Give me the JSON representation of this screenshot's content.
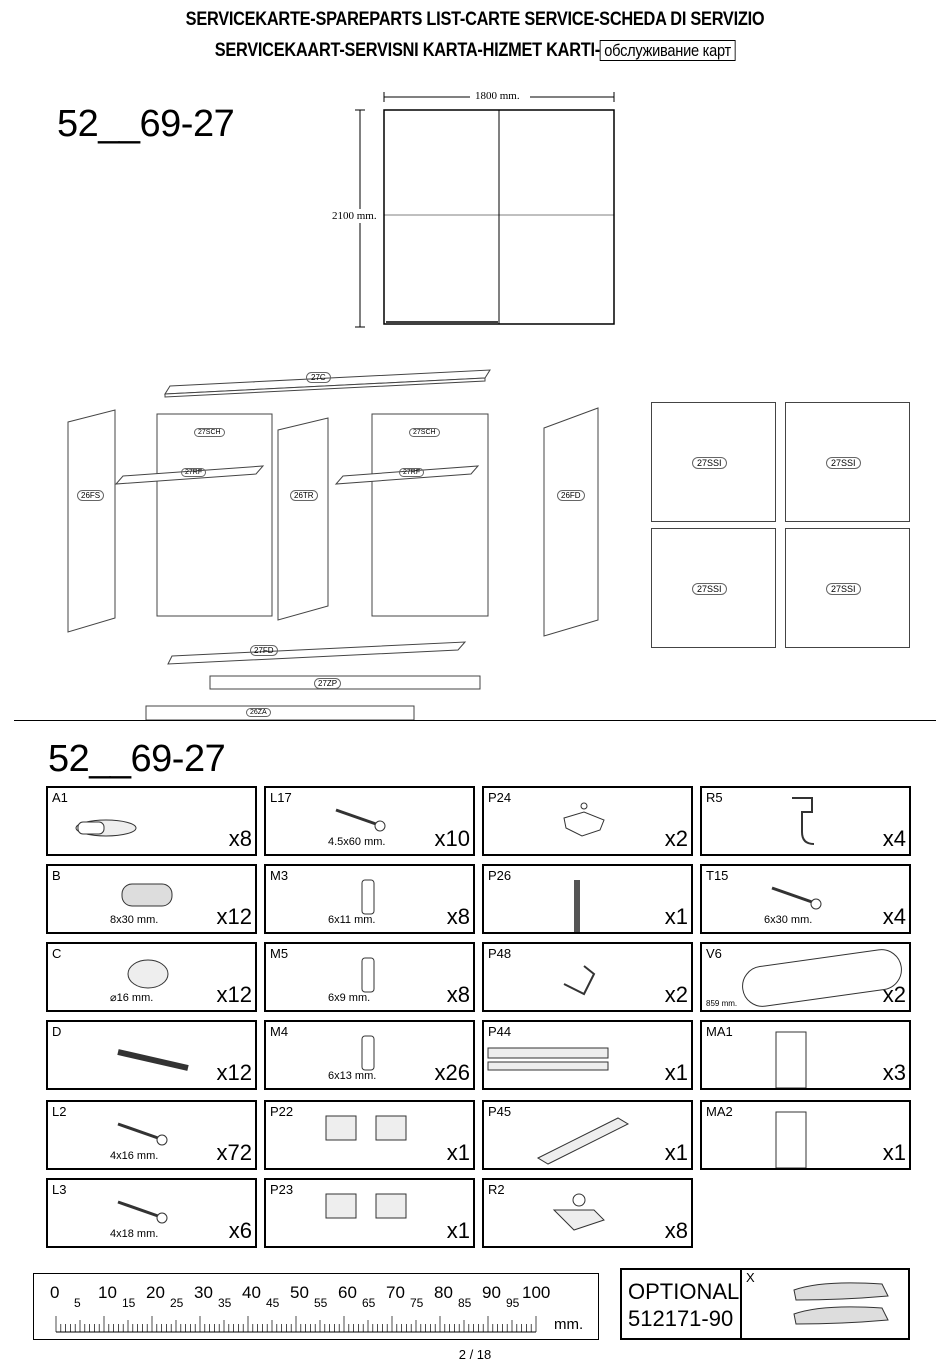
{
  "header": {
    "line1": "SERVICEKARTE-SPAREPARTS LIST-CARTE SERVICE-SCHEDA DI SERVIZIO",
    "line2": "SERVICEKAART-SERVISNI KARTA-HIZMET KARTI-",
    "line2_box": "обслуживание карт"
  },
  "model_top": "52__69-27",
  "model_bottom": "52__69-27",
  "dims": {
    "width": "1800 mm.",
    "height": "2100 mm."
  },
  "panels": {
    "c": "27C",
    "sch1": "27SCH",
    "sch2": "27SCH",
    "rf1": "27RF",
    "rf2": "27RF",
    "fs": "26FS",
    "tr": "26TR",
    "fd": "26FD",
    "fd_bottom": "27FD",
    "zp": "27ZP",
    "za": "26ZA",
    "ssi": [
      "27SSI",
      "27SSI",
      "27SSI",
      "27SSI"
    ]
  },
  "parts": [
    {
      "code": "A1",
      "dim": "",
      "qty": "x8",
      "icon": "wrench-icon"
    },
    {
      "code": "L17",
      "dim": "4.5x60 mm.",
      "qty": "x10",
      "icon": "screw-icon"
    },
    {
      "code": "P24",
      "dim": "",
      "qty": "x2",
      "icon": "bracket-icon"
    },
    {
      "code": "R5",
      "dim": "",
      "qty": "x4",
      "icon": "hook-icon"
    },
    {
      "code": "B",
      "dim": "8x30 mm.",
      "qty": "x12",
      "icon": "dowel-icon"
    },
    {
      "code": "M3",
      "dim": "6x11 mm.",
      "qty": "x8",
      "icon": "euro-screw-icon"
    },
    {
      "code": "P26",
      "dim": "",
      "qty": "x1",
      "icon": "brush-strip-icon"
    },
    {
      "code": "T15",
      "dim": "6x30 mm.",
      "qty": "x4",
      "icon": "screw-icon"
    },
    {
      "code": "C",
      "dim": "⌀16 mm.",
      "qty": "x12",
      "icon": "cam-lock-icon"
    },
    {
      "code": "M5",
      "dim": "6x9 mm.",
      "qty": "x8",
      "icon": "euro-screw-icon"
    },
    {
      "code": "P48",
      "dim": "",
      "qty": "x2",
      "icon": "angle-bracket-icon"
    },
    {
      "code": "V6",
      "dim": "859 mm.",
      "qty": "x2",
      "icon": "rail-icon"
    },
    {
      "code": "D",
      "dim": "",
      "qty": "x12",
      "icon": "cam-bolt-icon"
    },
    {
      "code": "M4",
      "dim": "6x13 mm.",
      "qty": "x26",
      "icon": "euro-screw-icon"
    },
    {
      "code": "P44",
      "dim": "",
      "qty": "x1",
      "icon": "profile-icon"
    },
    {
      "code": "MA1",
      "dim": "",
      "qty": "x3",
      "icon": "corner-profile-icon"
    },
    {
      "code": "L2",
      "dim": "4x16 mm.",
      "qty": "x72",
      "icon": "screw-icon"
    },
    {
      "code": "P22",
      "dim": "",
      "qty": "x1",
      "icon": "roller-set-icon"
    },
    {
      "code": "P45",
      "dim": "",
      "qty": "x1",
      "icon": "track-icon"
    },
    {
      "code": "MA2",
      "dim": "",
      "qty": "x1",
      "icon": "corner-profile-icon"
    },
    {
      "code": "L3",
      "dim": "4x18 mm.",
      "qty": "x6",
      "icon": "screw-icon"
    },
    {
      "code": "P23",
      "dim": "",
      "qty": "x1",
      "icon": "roller-set-icon"
    },
    {
      "code": "R2",
      "dim": "",
      "qty": "x8",
      "icon": "shelf-support-icon"
    }
  ],
  "ruler": {
    "major": [
      "0",
      "10",
      "20",
      "30",
      "40",
      "50",
      "60",
      "70",
      "80",
      "90",
      "100"
    ],
    "minor": [
      "5",
      "15",
      "25",
      "35",
      "45",
      "55",
      "65",
      "75",
      "85",
      "95"
    ],
    "unit": "mm."
  },
  "optional": {
    "line1": "OPTIONAL",
    "line2": "512171-90",
    "x": "X"
  },
  "page": "2 / 18"
}
